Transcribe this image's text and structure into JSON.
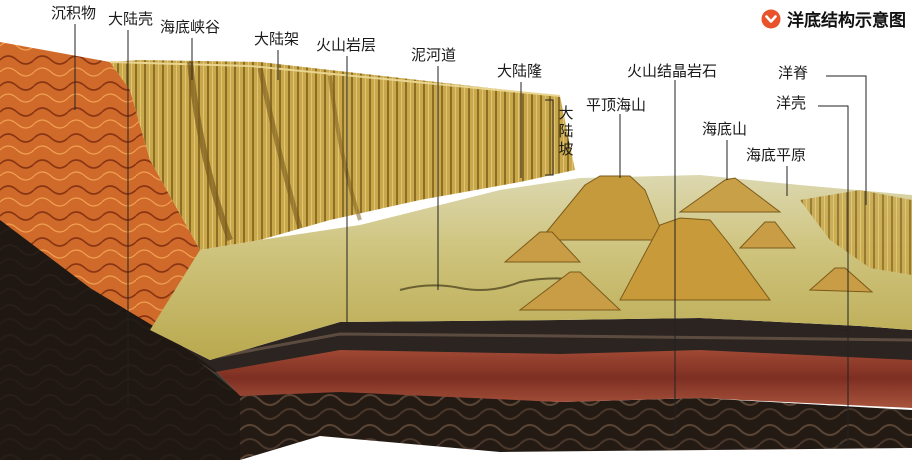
{
  "title": {
    "text": "洋底结构示意图",
    "icon": "down-chevron-badge-icon",
    "icon_color": "#e8532b"
  },
  "labels": {
    "sediment": "沉积物",
    "continental_crust": "大陆壳",
    "submarine_canyon": "海底峡谷",
    "continental_shelf": "大陆架",
    "volcanic_rock_layer": "火山岩层",
    "mud_channel": "泥河道",
    "continental_rise": "大陆隆",
    "continental_slope": "大陆坡",
    "guyot": "平顶海山",
    "volcanic_crystalline_rock": "火山结晶岩石",
    "seamount": "海底山",
    "abyssal_plain": "海底平原",
    "ocean_ridge": "洋脊",
    "oceanic_crust": "洋壳"
  },
  "colors": {
    "sediment_orange": "#d2692a",
    "shelf_yellow": "#c9a64a",
    "floor_green": "#c7c27a",
    "dark_mantle": "#231a15",
    "red_crust": "#8e3b2a"
  }
}
